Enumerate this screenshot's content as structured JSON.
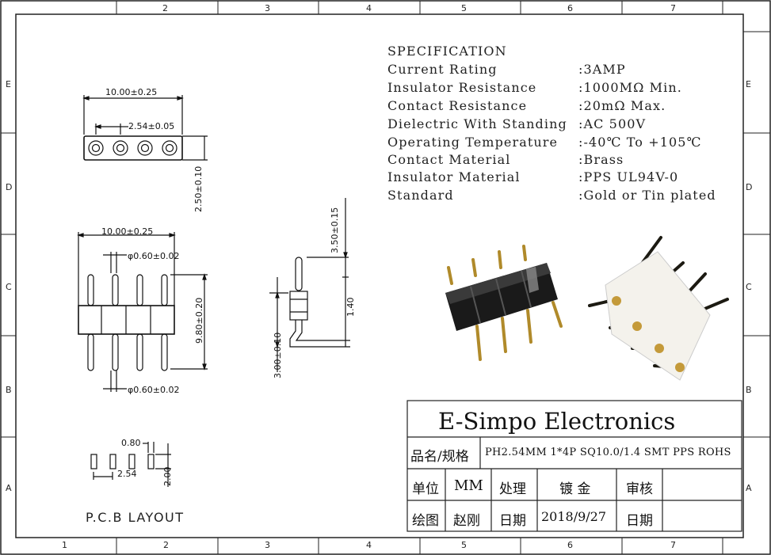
{
  "border": {
    "top_numbers": [
      "2",
      "3",
      "4",
      "5",
      "6",
      "7"
    ],
    "bottom_numbers": [
      "1",
      "2",
      "3",
      "4",
      "5",
      "6",
      "7"
    ],
    "left_letters": [
      "E",
      "D",
      "C",
      "B",
      "A"
    ],
    "right_letters": [
      "E",
      "D",
      "C",
      "B",
      "A"
    ]
  },
  "spec": {
    "title": "SPECIFICATION",
    "rows": [
      {
        "label": "Current Rating",
        "value": ":3AMP"
      },
      {
        "label": "Insulator Resistance",
        "value": ":1000MΩ  Min."
      },
      {
        "label": "Contact Resistance",
        "value": ":20mΩ  Max."
      },
      {
        "label": "Dielectric With Standing",
        "value": ":AC 500V"
      },
      {
        "label": "Operating Temperature",
        "value": ":-40℃ To +105℃"
      },
      {
        "label": "Contact Material",
        "value": ":Brass"
      },
      {
        "label": "Insulator Material",
        "value": ":PPS UL94V-0"
      },
      {
        "label": "Standard",
        "value": ":Gold or Tin plated"
      }
    ]
  },
  "dimensions": {
    "top_width": "10.00±0.25",
    "top_pitch": "2.54±0.05",
    "top_height": "2.50±0.10",
    "front_width": "10.00±0.25",
    "pin_dia_top": "φ0.60±0.02",
    "pin_dia_bottom": "φ0.60±0.02",
    "front_height": "9.80±0.20",
    "side_top": "3.50±0.15",
    "side_mid": "1.40",
    "side_bottom": "3.00±0.10",
    "pcb_pad": "0.80",
    "pcb_pitch": "2.54",
    "pcb_height": "2.00"
  },
  "pcb_layout_label": "P.C.B LAYOUT",
  "title_block": {
    "company": "E-Simpo Electronics",
    "spec_label": "品名/规格",
    "spec_value": "PH2.54MM 1*4P SQ10.0/1.4 SMT PPS ROHS",
    "unit_label": "单位",
    "unit_value": "MM",
    "process_label": "处理",
    "process_value": "镀 金",
    "review_label": "审核",
    "drawn_label": "绘图",
    "drawn_value": "赵刚",
    "date_label": "日期",
    "date_value": "2018/9/27",
    "date_label2": "日期"
  }
}
